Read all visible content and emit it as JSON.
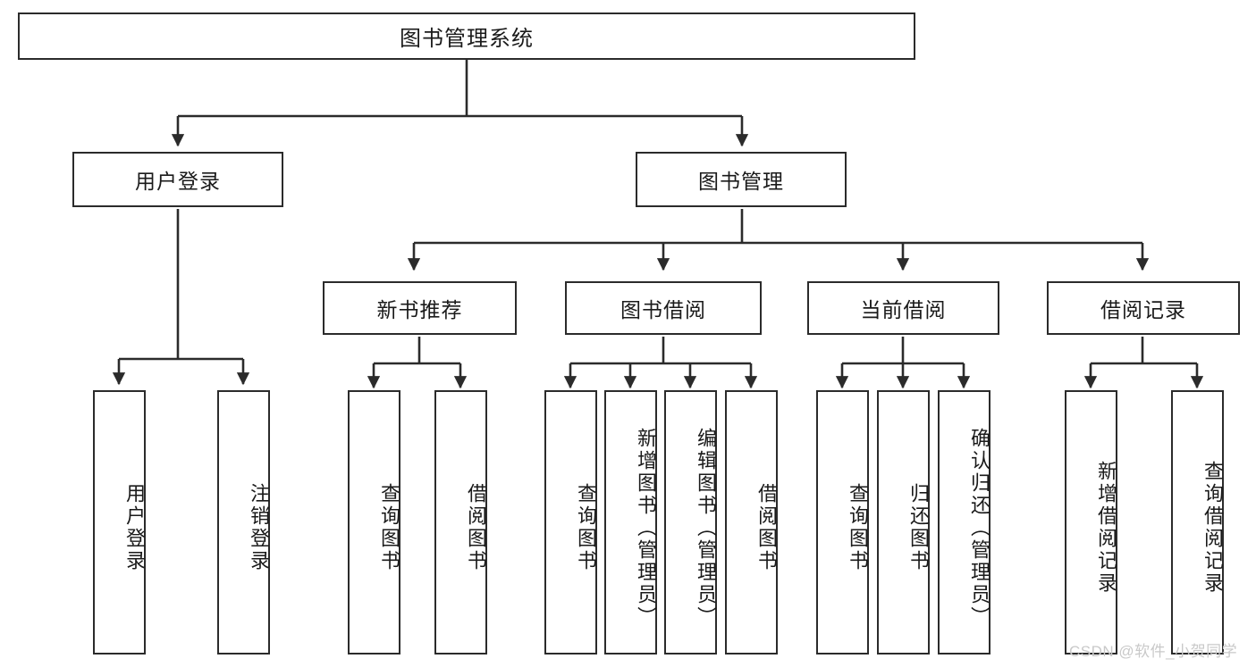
{
  "diagram": {
    "title": "图书管理系统",
    "watermark": "CSDN @软件_小贺同学",
    "style": {
      "border_color": "#2b2b2b",
      "fill_color": "#ffffff",
      "text_color": "#1a1a1a",
      "watermark_color": "#c9c9c9"
    },
    "nodes": {
      "root": "图书管理系统",
      "level2": [
        "用户登录",
        "图书管理"
      ],
      "level3": [
        "新书推荐",
        "图书借阅",
        "当前借阅",
        "借阅记录"
      ],
      "leaves_user_login": [
        "用户登录",
        "注销登录"
      ],
      "leaves_new_book": [
        "查询图书",
        "借阅图书"
      ],
      "leaves_borrow": [
        "查询图书",
        "新增图书（管理员）",
        "编辑图书（管理员）",
        "借阅图书"
      ],
      "leaves_current": [
        "查询图书",
        "归还图书",
        "确认归还（管理员）"
      ],
      "leaves_record": [
        "新增借阅记录",
        "查询借阅记录"
      ]
    }
  }
}
